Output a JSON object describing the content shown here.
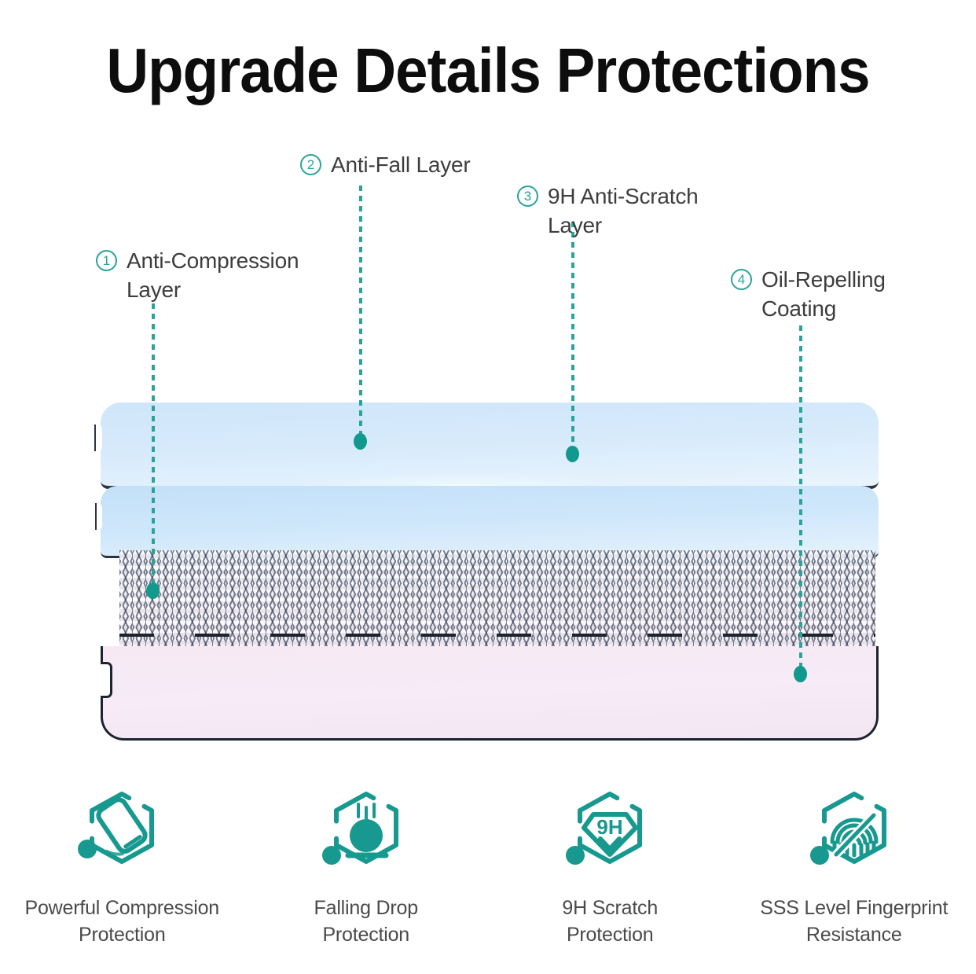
{
  "title": "Upgrade Details Protections",
  "accent_color": "#11998e",
  "callouts": [
    {
      "number": "1",
      "label": "Anti-Compression\nLayer"
    },
    {
      "number": "2",
      "label": "Anti-Fall Layer"
    },
    {
      "number": "3",
      "label": "9H Anti-Scratch\nLayer"
    },
    {
      "number": "4",
      "label": "Oil-Repelling\nCoating"
    }
  ],
  "layers": [
    {
      "name": "top-glass-layer",
      "color": "#d6eafb"
    },
    {
      "name": "second-glass-layer",
      "color": "#cfe7fb"
    },
    {
      "name": "woven-mesh-layer",
      "color": "#f4f1f7"
    },
    {
      "name": "oil-coating-layer",
      "color": "#f6ebf6"
    }
  ],
  "features": [
    {
      "icon": "phone-compression-icon",
      "caption": "Powerful Compression\nProtection"
    },
    {
      "icon": "falling-drop-icon",
      "caption": "Falling Drop\nProtection"
    },
    {
      "icon": "9h-shield-icon",
      "caption": "9H Scratch\nProtection",
      "badge_text": "9H"
    },
    {
      "icon": "fingerprint-resist-icon",
      "caption": "SSS Level Fingerprint\nResistance"
    }
  ]
}
